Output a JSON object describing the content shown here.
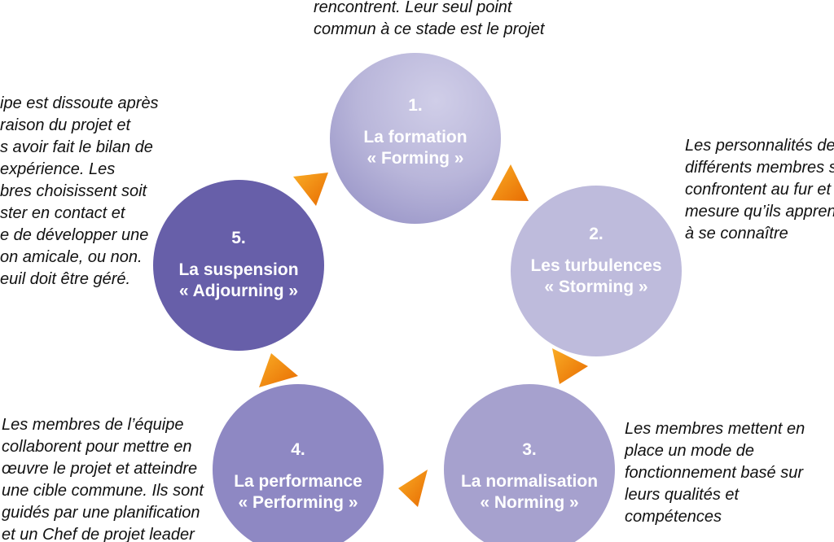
{
  "diagram": {
    "stages": [
      {
        "number": "1.",
        "name": "La formation",
        "english": "« Forming »"
      },
      {
        "number": "2.",
        "name": "Les turbulences",
        "english": "« Storming »"
      },
      {
        "number": "3.",
        "name": "La normalisation",
        "english": "« Norming »"
      },
      {
        "number": "4.",
        "name": "La performance",
        "english": "« Performing »"
      },
      {
        "number": "5.",
        "name": "La suspension",
        "english": "« Adjourning »"
      }
    ],
    "annotations": {
      "top": {
        "lines": [
          "rencontrent. Leur seul point",
          "commun à ce stade est le projet"
        ]
      },
      "left": {
        "lines": [
          "ipe est dissoute après",
          "raison du projet et",
          "s avoir fait le bilan de",
          "expérience. Les",
          "bres choisissent soit",
          "ster en contact et",
          "e de développer une",
          "on amicale, ou non.",
          "euil doit être géré."
        ]
      },
      "right": {
        "lines": [
          "Les personnalités de",
          "différents membres s",
          "confrontent au fur et",
          "mesure qu’ils appren",
          "à se connaître"
        ]
      },
      "bottom_left": {
        "lines": [
          "Les membres de l’équipe",
          "collaborent pour mettre en",
          "œuvre le projet et atteindre",
          "une cible commune. Ils sont",
          "guidés par une planification",
          "et un Chef de projet leader"
        ]
      },
      "bottom_right": {
        "lines": [
          "Les membres mettent en",
          "place un mode de",
          "fonctionnement basé sur",
          "leurs qualités et",
          "compétences"
        ]
      }
    },
    "colors": {
      "stage1_light": "#d0cee8",
      "stage1_dark": "#8e8ac1",
      "stage2": "#bebbdc",
      "stage3": "#a6a1ce",
      "stage4": "#8e88c3",
      "stage5": "#675fa9",
      "arrow_light": "#f9ac25",
      "arrow_dark": "#e86c02",
      "text_on_circle": "#ffffff",
      "annotation_text": "#111111"
    }
  }
}
